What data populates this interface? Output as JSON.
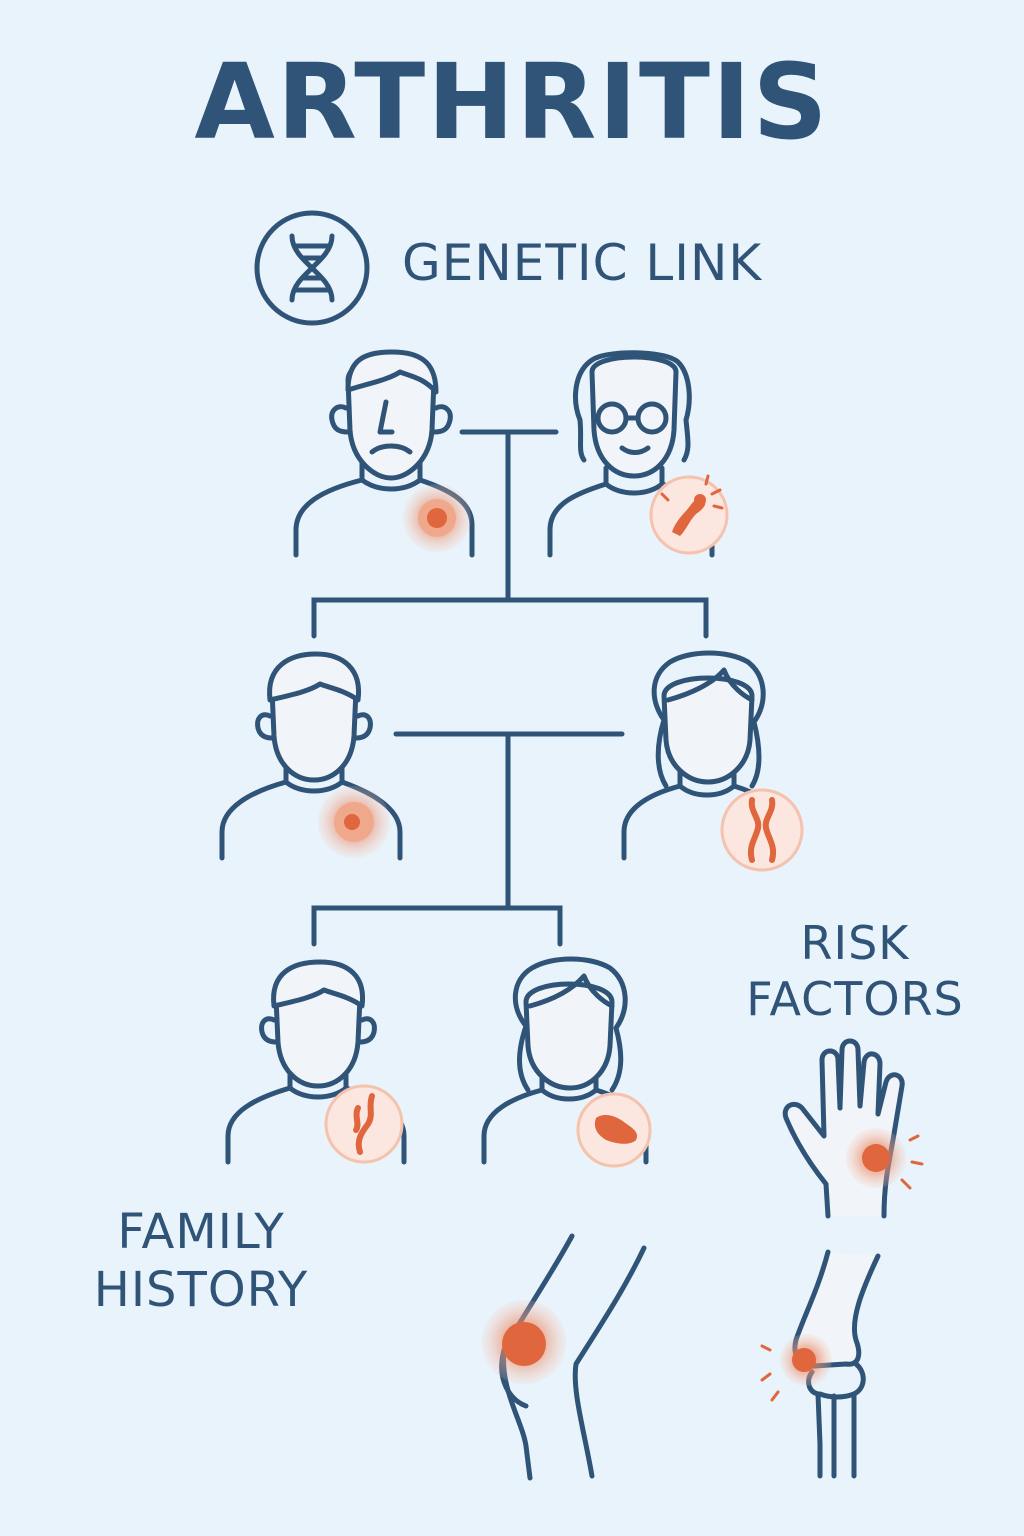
{
  "title": "ARTHRITIS",
  "genetic_link": {
    "label": "GENETIC LINK",
    "icon": "dna-icon"
  },
  "risk_factors": {
    "line1": "RISK",
    "line2": "FACTORS"
  },
  "family_history": {
    "line1": "FAMILY",
    "line2": "HISTORY"
  },
  "colors": {
    "background": "#e9f3fb",
    "outline": "#2f5478",
    "accent": "#e0663d",
    "accent_light": "#f5c2ad",
    "figure_fill": "#f1f4f8"
  },
  "family_tree": {
    "generations": [
      {
        "people": [
          "grandfather",
          "grandmother"
        ],
        "marker_icons": [
          "joint-pain-icon",
          "inflamed-joint-icon"
        ]
      },
      {
        "people": [
          "father",
          "mother"
        ],
        "marker_icons": [
          "joint-pain-icon",
          "knee-joint-icon"
        ]
      },
      {
        "people": [
          "son",
          "daughter"
        ],
        "marker_icons": [
          "knee-joint-icon",
          "bone-icon"
        ]
      }
    ]
  }
}
